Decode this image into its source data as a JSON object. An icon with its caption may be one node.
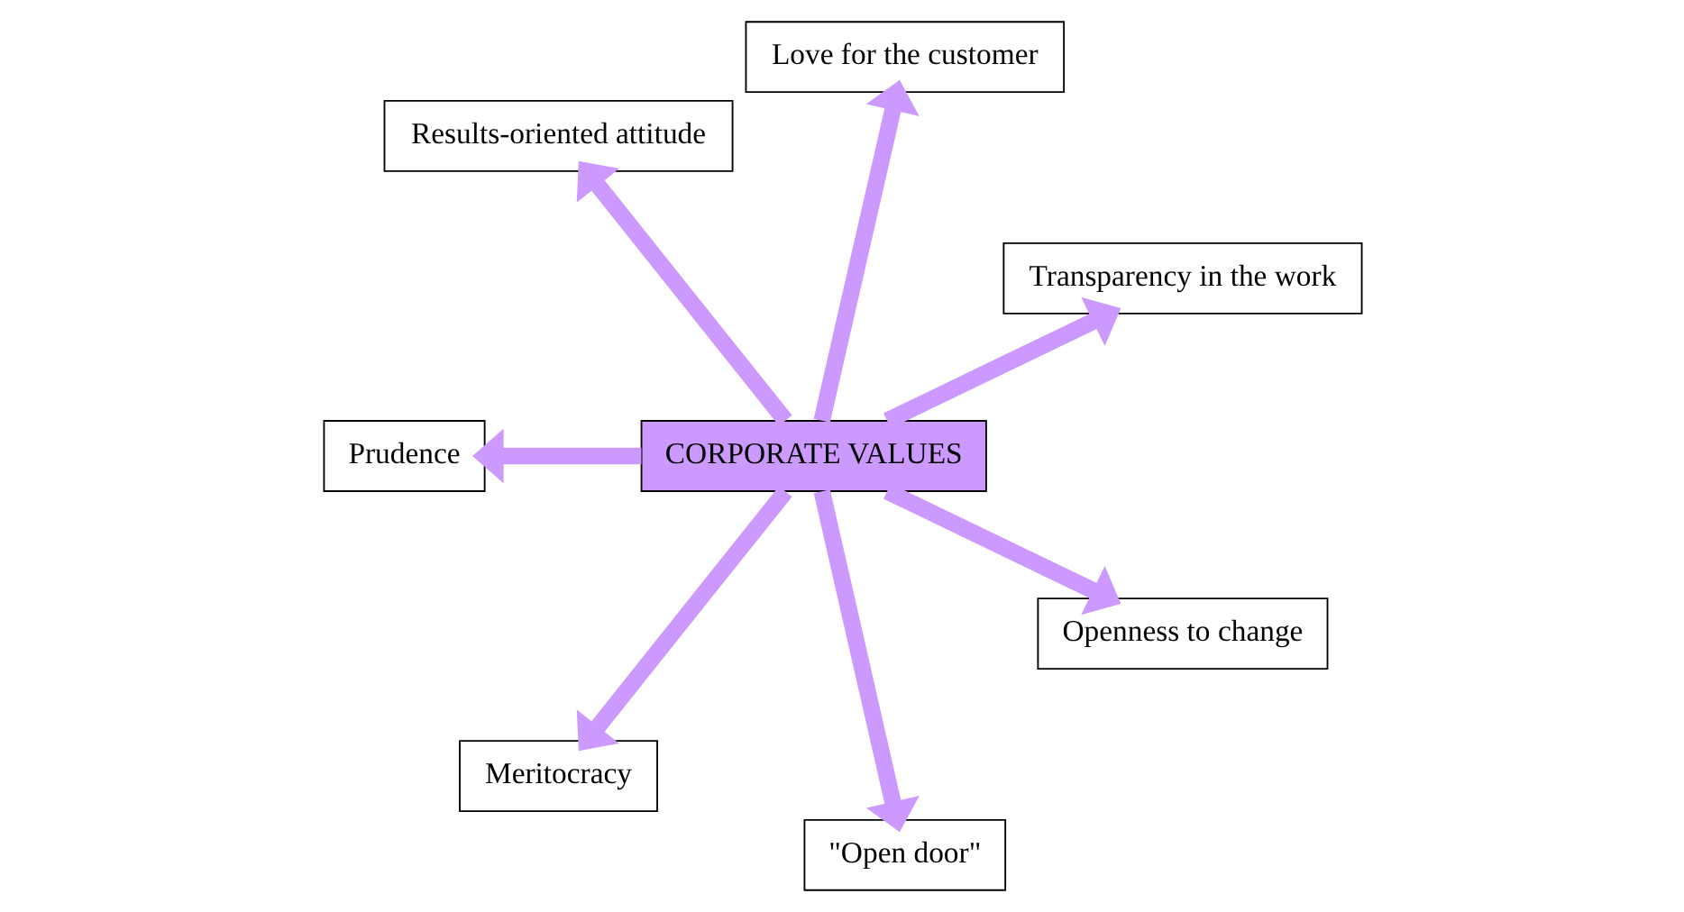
{
  "diagram": {
    "nodes": [
      {
        "text": [
          "CORPORATE VALUES"
        ]
      },
      {
        "text": [
          "Transparency in the work"
        ]
      },
      {
        "text": [
          "Love for the customer"
        ]
      },
      {
        "text": [
          "Results-oriented attitude"
        ]
      },
      {
        "text": [
          "Prudence"
        ]
      },
      {
        "text": [
          "Meritocracy"
        ]
      },
      {
        "text": [
          "\"Open door\""
        ]
      },
      {
        "text": [
          "Openness to change"
        ]
      }
    ],
    "edges": [
      {
        "from": 0,
        "to": 1,
        "arrow": "to"
      },
      {
        "from": 0,
        "to": 2,
        "arrow": "to"
      },
      {
        "from": 0,
        "to": 3,
        "arrow": "to"
      },
      {
        "from": 0,
        "to": 4,
        "arrow": "to"
      },
      {
        "from": 0,
        "to": 5,
        "arrow": "to"
      },
      {
        "from": 0,
        "to": 6,
        "arrow": "to"
      },
      {
        "from": 0,
        "to": 7,
        "arrow": "to"
      }
    ]
  }
}
